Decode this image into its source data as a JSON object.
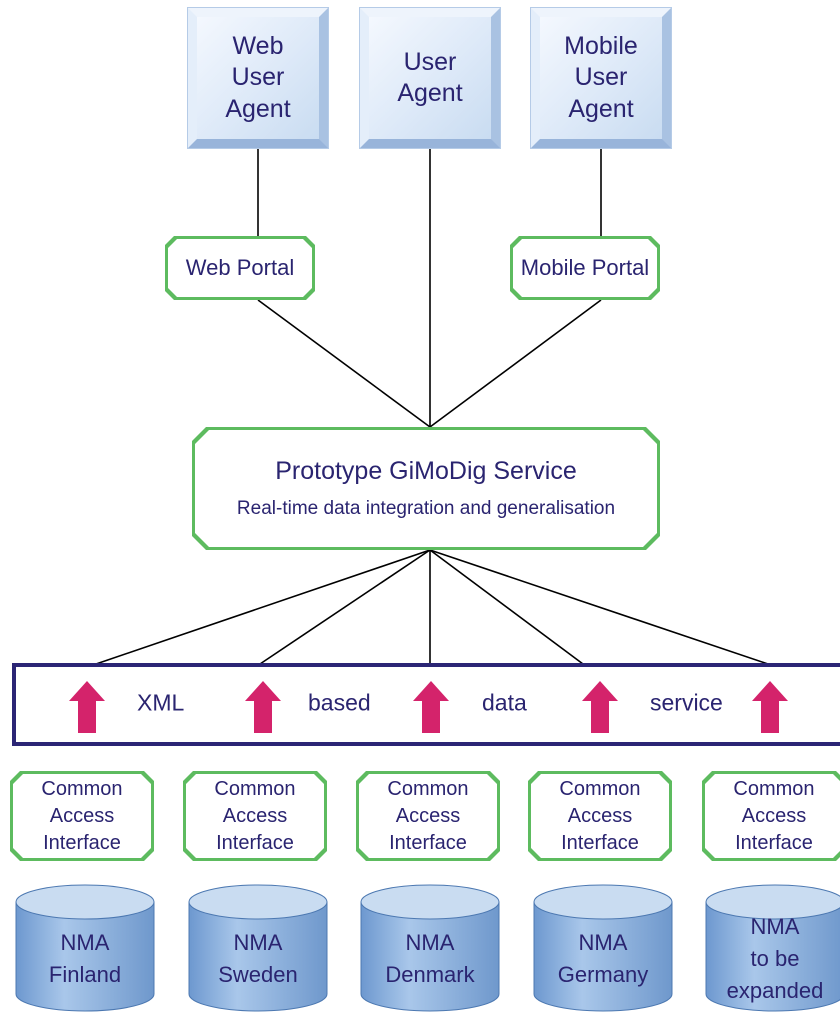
{
  "user_agents": [
    {
      "label": "Web\nUser\nAgent"
    },
    {
      "label": "User\nAgent"
    },
    {
      "label": "Mobile\nUser\nAgent"
    }
  ],
  "portals": {
    "web": "Web Portal",
    "mobile": "Mobile Portal"
  },
  "service": {
    "title": "Prototype GiMoDig Service",
    "subtitle": "Real-time data integration and generalisation"
  },
  "band": {
    "words": [
      "XML",
      "based",
      "data",
      "service"
    ]
  },
  "access_interfaces": [
    {
      "label": "Common\nAccess\nInterface"
    },
    {
      "label": "Common\nAccess\nInterface"
    },
    {
      "label": "Common\nAccess\nInterface"
    },
    {
      "label": "Common\nAccess\nInterface"
    },
    {
      "label": "Common\nAccess\nInterface"
    }
  ],
  "databases": [
    {
      "label": "NMA\nFinland"
    },
    {
      "label": "NMA\nSweden"
    },
    {
      "label": "NMA\nDenmark"
    },
    {
      "label": "NMA\nGermany"
    },
    {
      "label": "NMA\nto be\nexpanded"
    }
  ],
  "colors": {
    "text": "#2a2470",
    "green_border": "#5dbb5f",
    "band_border": "#2b2575",
    "arrow": "#d4236b",
    "db_fill": "#8db3de",
    "agent_fill": "#dde9f8"
  }
}
